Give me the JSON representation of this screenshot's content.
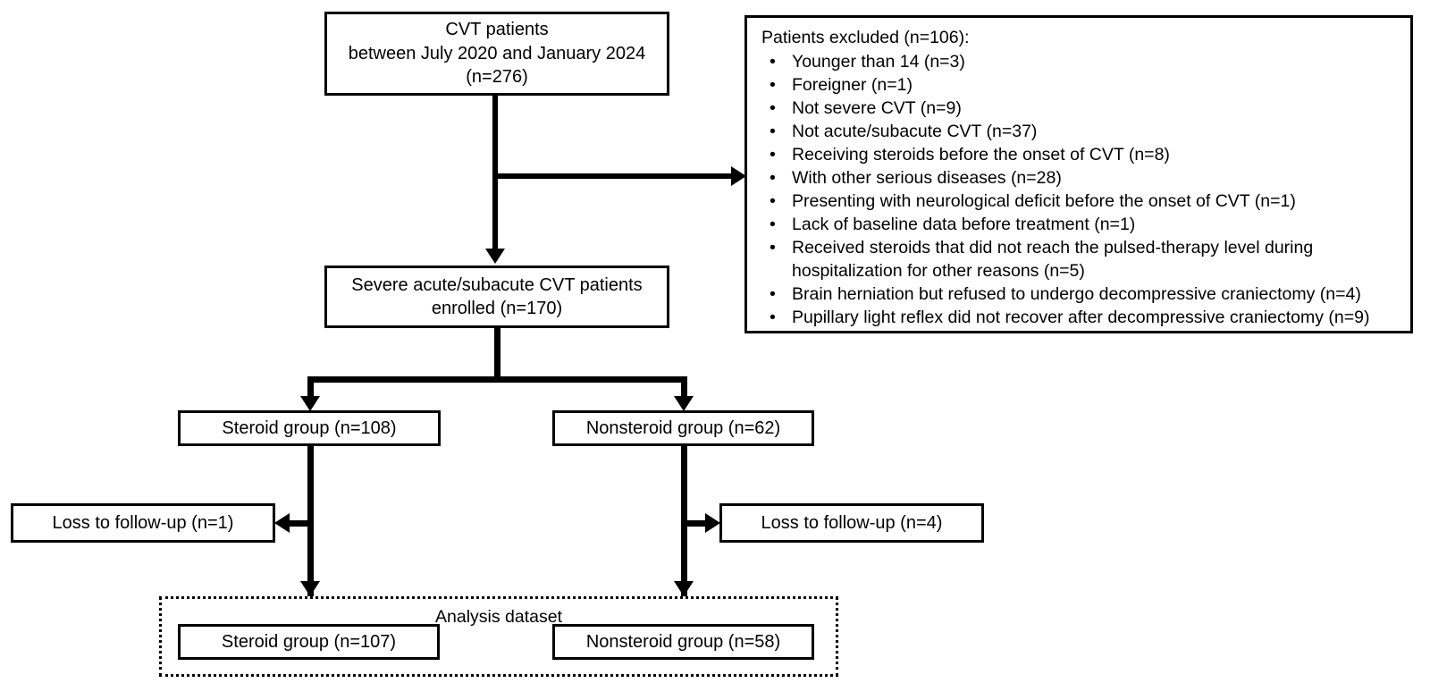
{
  "diagram": {
    "title": "CVT patients study flow diagram",
    "type": "flowchart",
    "nodes": {
      "enrollment": {
        "line1": "CVT patients",
        "line2": "between July 2020 and January 2024",
        "line3": "(n=276)"
      },
      "excluded": {
        "heading": "Patients excluded (n=106):",
        "bullet_glyph": "•",
        "items": [
          "Younger than 14 (n=3)",
          "Foreigner (n=1)",
          "Not severe CVT (n=9)",
          "Not acute/subacute CVT (n=37)",
          "Receiving steroids before the onset of CVT (n=8)",
          "With other serious diseases (n=28)",
          "Presenting with neurological deficit before the onset of CVT (n=1)",
          "Lack of baseline data before treatment (n=1)",
          "Received steroids that did not reach the pulsed-therapy level during\nhospitalization for other reasons (n=5)",
          "Brain herniation but refused to undergo decompressive craniectomy (n=4)",
          "Pupillary light reflex did not recover after decompressive craniectomy (n=9)"
        ]
      },
      "enrolled": {
        "line1": "Severe acute/subacute CVT patients",
        "line2": "enrolled (n=170)"
      },
      "steroid_group": {
        "label": "Steroid group (n=108)"
      },
      "nonsteroid_group": {
        "label": "Nonsteroid group (n=62)"
      },
      "loss_left": {
        "label": "Loss to follow-up (n=1)"
      },
      "loss_right": {
        "label": "Loss to follow-up (n=4)"
      },
      "analysis": {
        "label": "Analysis dataset",
        "steroid": {
          "label": "Steroid group (n=107)"
        },
        "nonsteroid": {
          "label": "Nonsteroid group (n=58)"
        }
      }
    },
    "colors": {
      "line": "#000000",
      "background": "#ffffff",
      "text": "#000000"
    }
  }
}
